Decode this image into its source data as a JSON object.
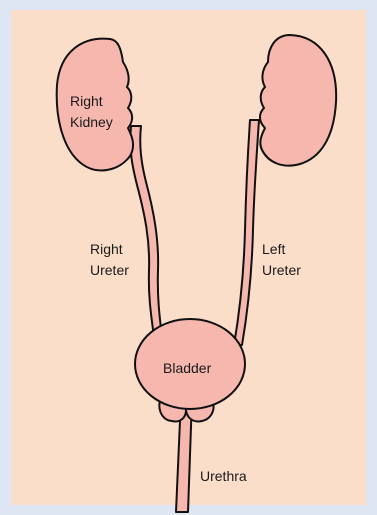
{
  "colors": {
    "frame": "#dfe6f3",
    "background": "#fbdec9",
    "organ": "#f5b7ae",
    "outline": "#111111"
  },
  "labels": {
    "right_kidney_line1": "Right",
    "right_kidney_line2": "Kidney",
    "right_ureter_line1": "Right",
    "right_ureter_line2": "Ureter",
    "left_ureter_line1": "Left",
    "left_ureter_line2": "Ureter",
    "bladder": "Bladder",
    "urethra": "Urethra"
  }
}
